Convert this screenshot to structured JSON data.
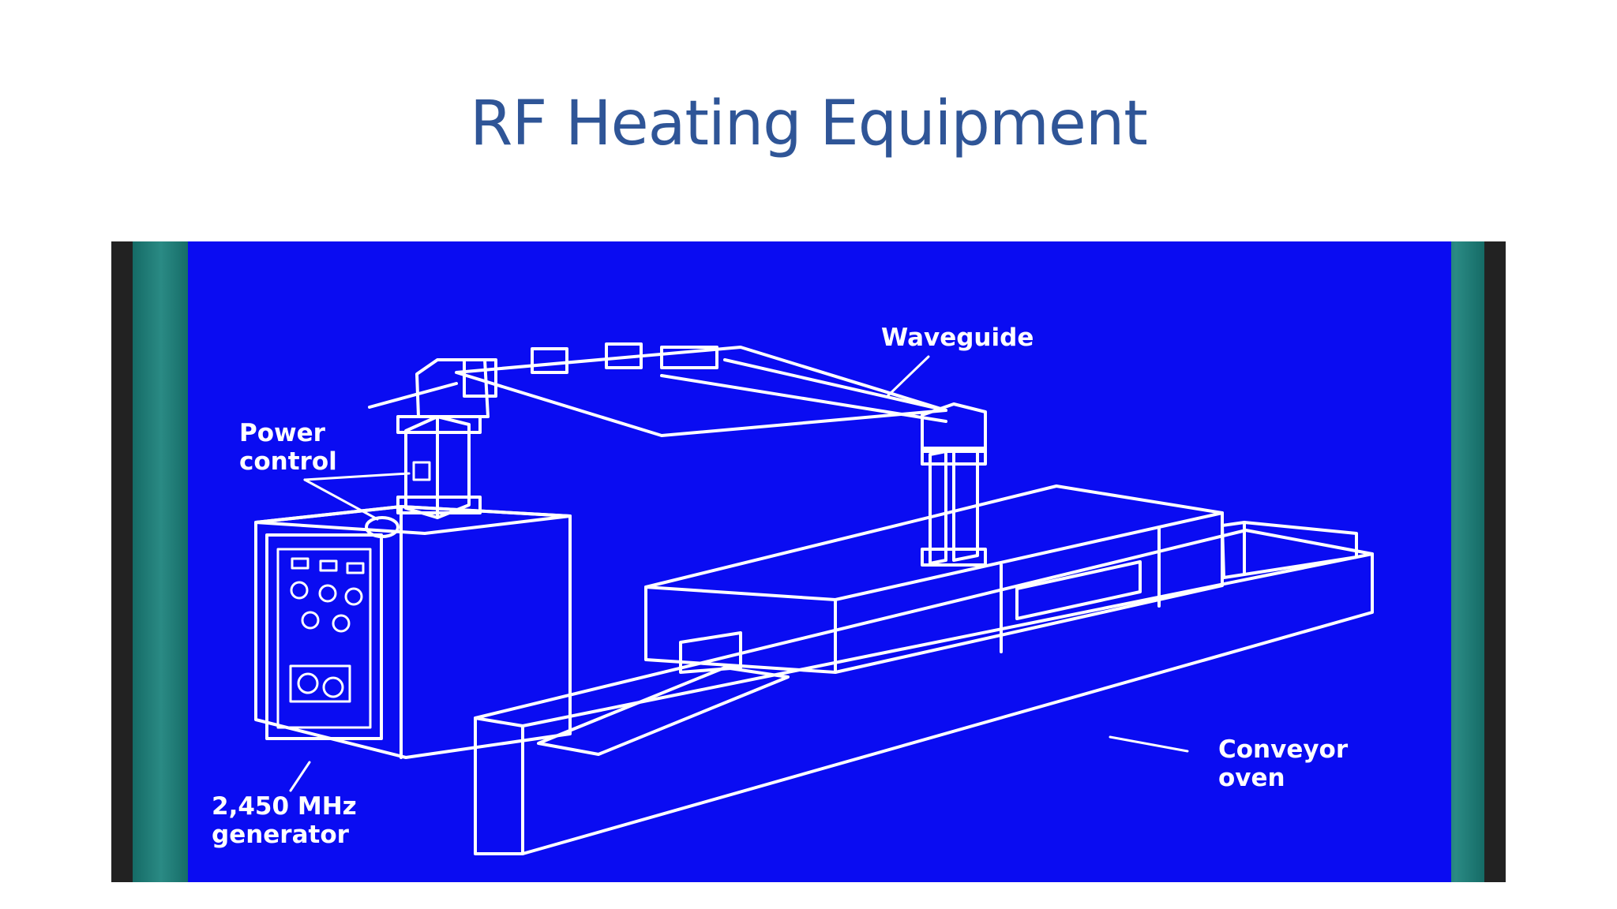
{
  "slide": {
    "title": "RF Heating Equipment"
  },
  "figure": {
    "labels": {
      "waveguide": "Waveguide",
      "power_control": "Power\ncontrol",
      "generator": "2,450 MHz\ngenerator",
      "conveyor_oven": "Conveyor\noven"
    },
    "colors": {
      "title": "#2f5597",
      "diagram_background": "#0a0cf2",
      "line_art": "#ffffff",
      "side_bands": "#2a8a84"
    }
  }
}
